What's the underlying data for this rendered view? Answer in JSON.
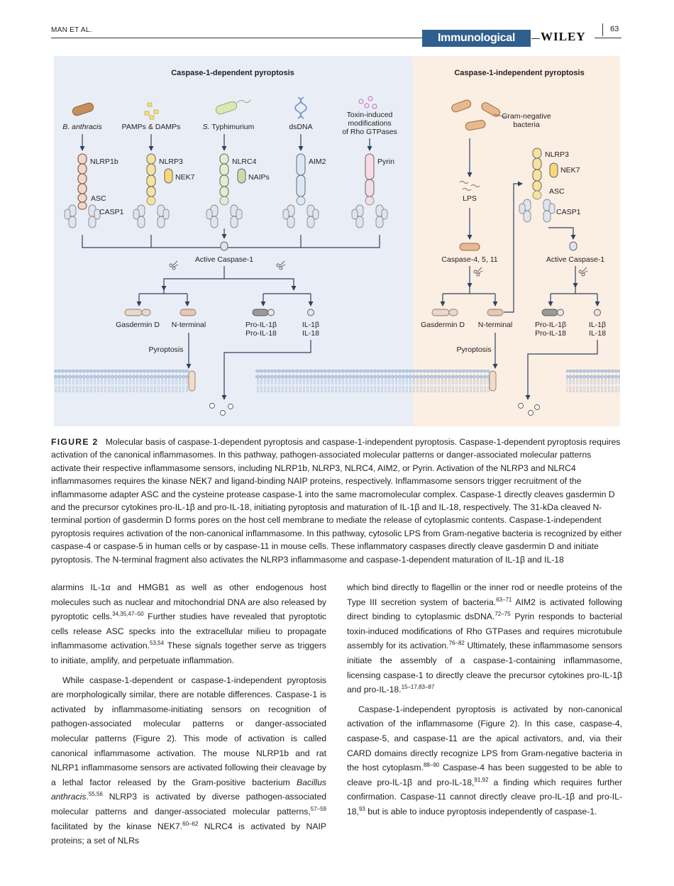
{
  "header": {
    "authors": "MAN ET AL.",
    "journal": "Immunological Reviews",
    "publisher": "WILEY",
    "page_number": "63"
  },
  "figure": {
    "left_title": "Caspase-1-dependent pyroptosis",
    "right_title": "Caspase-1-independent pyroptosis",
    "triggers": {
      "b_anthracis": "B. anthracis",
      "pamps": "PAMPs & DAMPs",
      "s_typhimurium_italic": "S.",
      "s_typhimurium_rest": " Typhimurium",
      "dsdna": "dsDNA",
      "toxin_line1": "Toxin-induced",
      "toxin_line2": "modifications",
      "toxin_line3": "of Rho GTPases",
      "gram_line1": "Gram-negative",
      "gram_line2": "bacteria"
    },
    "sensors": {
      "nlrp1b": "NLRP1b",
      "nlrp3": "NLRP3",
      "nek7": "NEK7",
      "nlrc4": "NLRC4",
      "naips": "NAIPs",
      "aim2": "AIM2",
      "pyrin": "Pyrin",
      "asc": "ASC",
      "casp1": "CASP1",
      "r_nlrp3": "NLRP3",
      "r_nek7": "NEK7",
      "r_asc": "ASC",
      "r_casp1": "CASP1"
    },
    "labels": {
      "active_casp1_left": "Active Caspase-1",
      "lps": "LPS",
      "caspase_4511": "Caspase-4, 5, 11",
      "active_casp1_right": "Active Caspase-1",
      "gsdmd_left": "Gasdermin D",
      "nterm_left": "N-terminal",
      "pro_il1b_left": "Pro-IL-1β",
      "pro_il18_left": "Pro-IL-18",
      "il1b_left": "IL-1β",
      "il18_left": "IL-18",
      "pyroptosis_left": "Pyroptosis",
      "gsdmd_right": "Gasdermin D",
      "nterm_right": "N-terminal",
      "pro_il1b_right": "Pro-IL-1β",
      "pro_il18_right": "Pro-IL-18",
      "il1b_right": "IL-1β",
      "il18_right": "IL-18",
      "pyroptosis_right": "Pyroptosis"
    },
    "colors": {
      "left_bg": "#e9eef6",
      "right_bg": "#fbeee3",
      "arrow": "#2d4262",
      "membrane": "#9ab4d2",
      "casp_light": "#dfe5ee",
      "gsdmd": "#e5c7b4",
      "caspase_4511": "#e7b99a",
      "nlrp1b": "#cc9a7b",
      "nlrp3": "#f6e3a0",
      "nlrc4": "#d3e2b1",
      "aim2": "#c8d8ee",
      "pyrin": "#f1c6d4"
    }
  },
  "caption": {
    "label": "FIGURE 2",
    "text": "Molecular basis of caspase-1-dependent pyroptosis and caspase-1-independent pyroptosis. Caspase-1-dependent pyroptosis requires activation of the canonical inflammasomes. In this pathway, pathogen-associated molecular patterns or danger-associated molecular patterns activate their respective inflammasome sensors, including NLRP1b, NLRP3, NLRC4, AIM2, or Pyrin. Activation of the NLRP3 and NLRC4 inflammasomes requires the kinase NEK7 and ligand-binding NAIP proteins, respectively. Inflammasome sensors trigger recruitment of the inflammasome adapter ASC and the cysteine protease caspase-1 into the same macromolecular complex. Caspase-1 directly cleaves gasdermin D and the precursor cytokines pro-IL-1β and pro-IL-18, initiating pyroptosis and maturation of IL-1β and IL-18, respectively. The 31-kDa cleaved N-terminal portion of gasdermin D forms pores on the host cell membrane to mediate the release of cytoplasmic contents. Caspase-1-independent pyroptosis requires activation of the non-canonical inflammasome. In this pathway, cytosolic LPS from Gram-negative bacteria is recognized by either caspase-4 or caspase-5 in human cells or by caspase-11 in mouse cells. These inflammatory caspases directly cleave gasdermin D and initiate pyroptosis. The N-terminal fragment also activates the NLRP3 inflammasome and caspase-1-dependent maturation of IL-1β and IL-18"
  },
  "body": {
    "left": {
      "p1_a": "alarmins IL-1α and HMGB1 as well as other endogenous host molecules such as nuclear and mitochondrial DNA are also released by pyroptotic cells.",
      "p1_ref1": "34,35,47–50",
      "p1_b": " Further studies have revealed that pyroptotic cells release ASC specks into the extracellular milieu to propagate inflammasome activation.",
      "p1_ref2": "53,54",
      "p1_c": " These signals together serve as triggers to initiate, amplify, and perpetuate inflammation.",
      "p2_a": "While caspase-1-dependent or caspase-1-independent pyroptosis are morphologically similar, there are notable differences. Caspase-1 is activated by inflammasome-initiating sensors on recognition of pathogen-associated molecular patterns or danger-associated molecular patterns (Figure 2). This mode of activation is called canonical inflammasome activation. The mouse NLRP1b and rat NLRP1 inflammasome sensors are activated following their cleavage by a lethal factor released by the Gram-positive bacterium ",
      "p2_italic": "Bacillus anthracis",
      "p2_b": ".",
      "p2_ref1": "55,56",
      "p2_c": " NLRP3 is activated by diverse pathogen-associated molecular patterns and danger-associated molecular patterns,",
      "p2_ref2": "57–59",
      "p2_d": " facilitated by the kinase NEK7.",
      "p2_ref3": "60–62",
      "p2_e": " NLRC4 is activated by NAIP proteins; a set of NLRs"
    },
    "right": {
      "p1_a": "which bind directly to flagellin or the inner rod or needle proteins of the Type III secretion system of bacteria.",
      "p1_ref1": "63–71",
      "p1_b": " AIM2 is activated following direct binding to cytoplasmic dsDNA.",
      "p1_ref2": "72–75",
      "p1_c": " Pyrin responds to bacterial toxin-induced modifications of Rho GTPases and requires microtubule assembly for its activation.",
      "p1_ref3": "76–82",
      "p1_d": " Ultimately, these inflammasome sensors initiate the assembly of a caspase-1-containing inflammasome, licensing caspase-1 to directly cleave the precursor cytokines pro-IL-1β and pro-IL-18.",
      "p1_ref4": "15–17,83–87",
      "p2_a": "Caspase-1-independent pyroptosis is activated by non-canonical activation of the inflammasome (Figure 2). In this case, caspase-4, caspase-5, and caspase-11 are the apical activators, and, via their CARD domains directly recognize LPS from Gram-negative bacteria in the host cytoplasm.",
      "p2_ref1": "88–90",
      "p2_b": " Caspase-4 has been suggested to be able to cleave pro-IL-1β and pro-IL-18,",
      "p2_ref2": "91,92",
      "p2_c": " a finding which requires further confirmation. Caspase-11 cannot directly cleave pro-IL-1β and pro-IL-18,",
      "p2_ref3": "93",
      "p2_d": " but is able to induce pyroptosis independently of caspase-1."
    }
  }
}
